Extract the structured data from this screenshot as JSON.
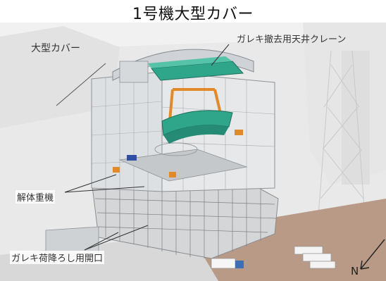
{
  "title": "1号機大型カバー",
  "labels": {
    "large_cover": "大型カバー",
    "rubble_crane": "ガレキ撤去用天井クレーン",
    "demolition_machine": "解体重機",
    "rubble_unloading_opening": "ガレキ荷降ろし用開口",
    "north": "N"
  },
  "colors": {
    "crane_green": "#2fa58a",
    "frame_orange": "#e08a2a",
    "ground_brown": "#b89a86",
    "cover_gray": "#d9dcdf"
  }
}
